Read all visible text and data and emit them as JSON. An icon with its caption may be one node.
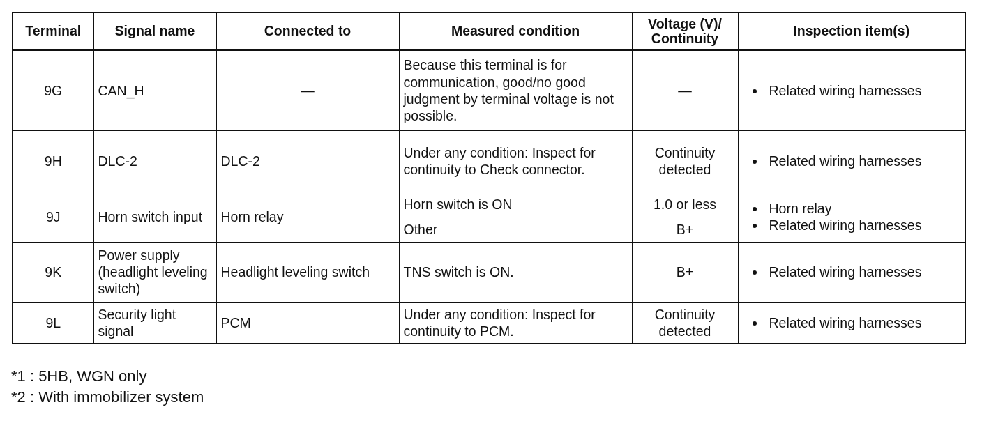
{
  "diagram": {
    "labels": [
      "Terminal",
      "Signal name",
      "Connected to",
      "Measured condition",
      "Voltage (V)/ Continuity",
      "Inspection item(s)",
      "9G",
      "CAN_H",
      "—",
      "Because this terminal is for communication, good/no good judgment by terminal voltage is not possible.",
      "—",
      "Related wiring harnesses",
      "9H",
      "DLC-2",
      "DLC-2",
      "Under any condition: Inspect for continuity to Check connector.",
      "Continuity detected",
      "Related wiring harnesses",
      "9J",
      "Horn switch input",
      "Horn relay",
      "Horn switch is ON",
      "1.0 or less",
      "Horn relay",
      "Other",
      "B+",
      "Related wiring harnesses",
      "9K",
      "Power supply (headlight leveling switch)",
      "Headlight leveling switch",
      "TNS switch is ON.",
      "B+",
      "Related wiring harnesses",
      "9L",
      "Security light signal",
      "PCM",
      "Under any condition: Inspect for continuity to PCM.",
      "Continuity detected",
      "Related wiring harnesses",
      "*1 : 5HB, WGN only",
      "*2 : With immobilizer system"
    ]
  }
}
